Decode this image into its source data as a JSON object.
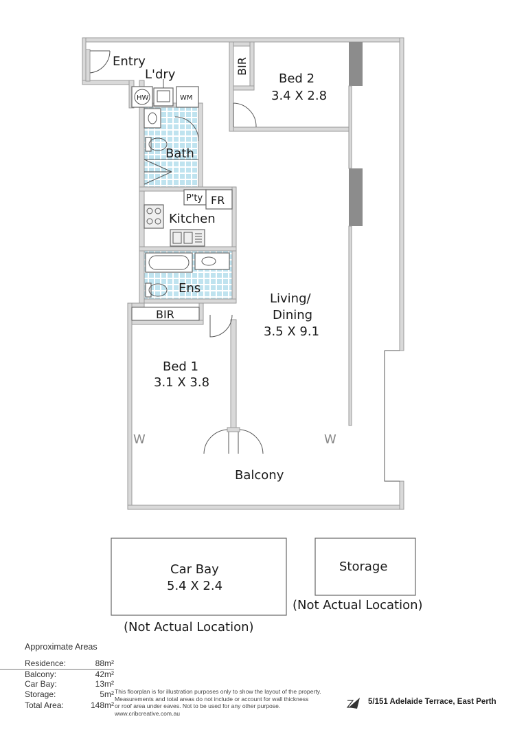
{
  "rooms": {
    "entry": "Entry",
    "laundry": "L'dry",
    "hw": "HW",
    "wm": "WM",
    "bir_top": "BIR",
    "bed2_name": "Bed 2",
    "bed2_dim": "3.4 X 2.8",
    "bath": "Bath",
    "pantry": "P'ty",
    "fridge": "FR",
    "kitchen": "Kitchen",
    "ensuite": "Ens",
    "bir_bed1": "BIR",
    "living_line1": "Living/",
    "living_line2": "Dining",
    "living_dim": "3.5 X 9.1",
    "bed1_name": "Bed 1",
    "bed1_dim": "3.1 X 3.8",
    "wardrobe_left": "W",
    "wardrobe_right": "W",
    "balcony": "Balcony"
  },
  "outbuildings": {
    "car_bay_name": "Car Bay",
    "car_bay_dim": "5.4 X 2.4",
    "car_bay_note": "(Not Actual Location)",
    "storage_name": "Storage",
    "storage_note": "(Not Actual Location)"
  },
  "areas": {
    "heading": "Approximate Areas",
    "rows": [
      {
        "label": "Residence:",
        "value": "88m²"
      },
      {
        "label": "Balcony:",
        "value": "42m²"
      },
      {
        "label": "Car Bay:",
        "value": "13m²"
      },
      {
        "label": "Storage:",
        "value": "5m²"
      },
      {
        "label": "Total Area:",
        "value": "148m²"
      }
    ]
  },
  "disclaimer": {
    "line1": "This floorplan is for illustration purposes only to show the layout of the property.",
    "line2": "Measurements and total areas do not include or account for wall thickness",
    "line3": "or roof area under eaves. Not to be used for any other purpose.",
    "line4": "www.cribcreative.com.au"
  },
  "address": "5/151 Adelaide Terrace, East Perth",
  "compass_icon": "north-arrow-icon"
}
